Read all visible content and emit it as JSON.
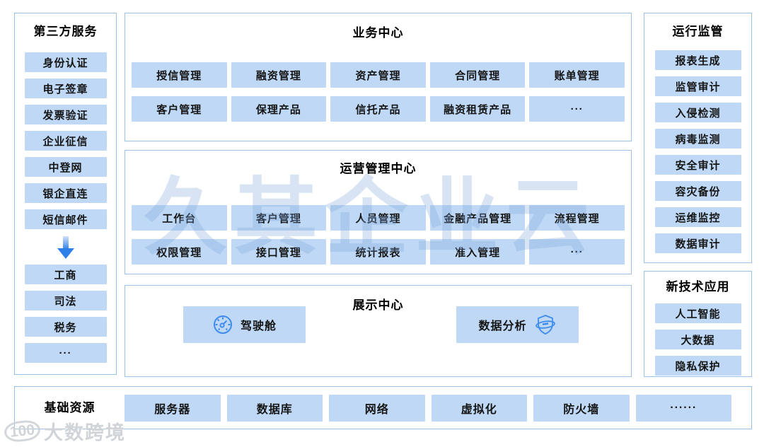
{
  "watermark": {
    "text": "久其企业云"
  },
  "brand": {
    "badge": "100",
    "text": "大数跨境"
  },
  "sidebar": {
    "title": "第三方服务",
    "items_top": [
      "身份认证",
      "电子签章",
      "发票验证",
      "企业征信",
      "中登网",
      "银企直连",
      "短信邮件"
    ],
    "items_bottom": [
      "工商",
      "司法",
      "税务",
      "···"
    ]
  },
  "business": {
    "title": "业务中心",
    "row1": [
      "授信管理",
      "融资管理",
      "资产管理",
      "合同管理",
      "账单管理"
    ],
    "row2": [
      "客户管理",
      "保理产品",
      "信托产品",
      "融资租赁产品",
      "···"
    ]
  },
  "operations": {
    "title": "运营管理中心",
    "row1": [
      "工作台",
      "客户管理",
      "人员管理",
      "金融产品管理",
      "流程管理"
    ],
    "row2": [
      "权限管理",
      "接口管理",
      "统计报表",
      "准入管理",
      "···"
    ]
  },
  "display": {
    "title": "展示中心",
    "items": [
      {
        "label": "驾驶舱",
        "icon": "gauge-icon"
      },
      {
        "label": "数据分析",
        "icon": "shield-orbit-icon"
      }
    ]
  },
  "monitoring": {
    "title": "运行监管",
    "items": [
      "报表生成",
      "监管审计",
      "入侵检测",
      "病毒监测",
      "安全审计",
      "容灾备份",
      "运维监控",
      "数据审计"
    ]
  },
  "new_tech": {
    "title": "新技术应用",
    "items": [
      "人工智能",
      "大数据",
      "隐私保护"
    ]
  },
  "resources": {
    "title": "基础资源",
    "items": [
      "服务器",
      "数据库",
      "网络",
      "虚拟化",
      "防火墙",
      "······"
    ]
  },
  "colors": {
    "chip_fill": "#BED8F5",
    "panel_border": "#9CC1E7",
    "accent_blue": "#2F7FE8",
    "icon_blue": "#3F8CEF",
    "text": "#111111",
    "watermark_blue": "rgba(125,165,218,0.30)"
  }
}
